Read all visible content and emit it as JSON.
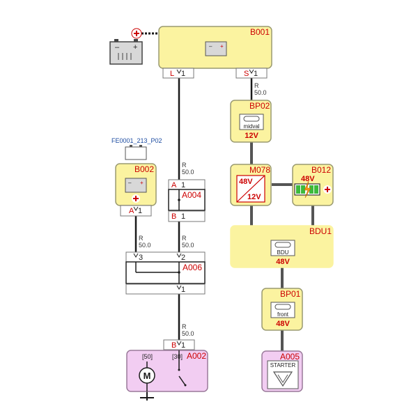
{
  "colors": {
    "yellow_fill": "#fbf3a0",
    "pink_fill": "#f2cdf2",
    "wire": "#1a1a1a",
    "hv_wire": "#555555",
    "id_red": "#cc0000",
    "tag_blue": "#1a4aa0"
  },
  "components": {
    "b001": {
      "id": "B001",
      "pin_l": "L",
      "pin_l_num": "1",
      "pin_s": "S",
      "pin_s_num": "1",
      "icon": "battery-icon"
    },
    "bp02": {
      "id": "BP02",
      "label": "midval",
      "voltage": "12V",
      "icon": "fuse-icon"
    },
    "m078": {
      "id": "M078",
      "v_in": "48V",
      "v_out": "12V",
      "icon": "dc-dc-converter-icon"
    },
    "b012": {
      "id": "B012",
      "voltage": "48V",
      "icon": "hv-battery-icon"
    },
    "bdu1": {
      "id": "BDU1",
      "label": "BDU",
      "voltage": "48V",
      "icon": "fuse-icon"
    },
    "bp01": {
      "id": "BP01",
      "label": "front",
      "voltage": "48V",
      "icon": "fuse-icon"
    },
    "a005": {
      "id": "A005",
      "label": "STARTER",
      "icon": "starter-icon"
    },
    "fe0001": {
      "tag": "FE0001_213_P02",
      "icon": "battery-icon"
    },
    "b002": {
      "id": "B002",
      "pin": "A",
      "pin_num": "1",
      "icon": "battery-icon"
    },
    "a004": {
      "id": "A004",
      "pin_a": "A",
      "pin_a_num": "1",
      "pin_b": "B",
      "pin_b_num": "1"
    },
    "a006": {
      "id": "A006",
      "pin_3": "3",
      "pin_2": "2",
      "pin_1": "1"
    },
    "a002": {
      "id": "A002",
      "pin": "B",
      "pin_num": "1",
      "label_50": "[50]",
      "label_30": "[30]",
      "icon_motor": "motor-icon",
      "icon_switch": "switch-icon"
    }
  },
  "wires": {
    "w1": {
      "r": "R",
      "value": "50.0"
    },
    "w2": {
      "r": "R",
      "value": "50.0"
    },
    "w3": {
      "r": "R",
      "value": "50.0"
    },
    "w4": {
      "r": "R",
      "value": "50.0"
    },
    "w5": {
      "r": "R",
      "value": "50.0"
    }
  }
}
